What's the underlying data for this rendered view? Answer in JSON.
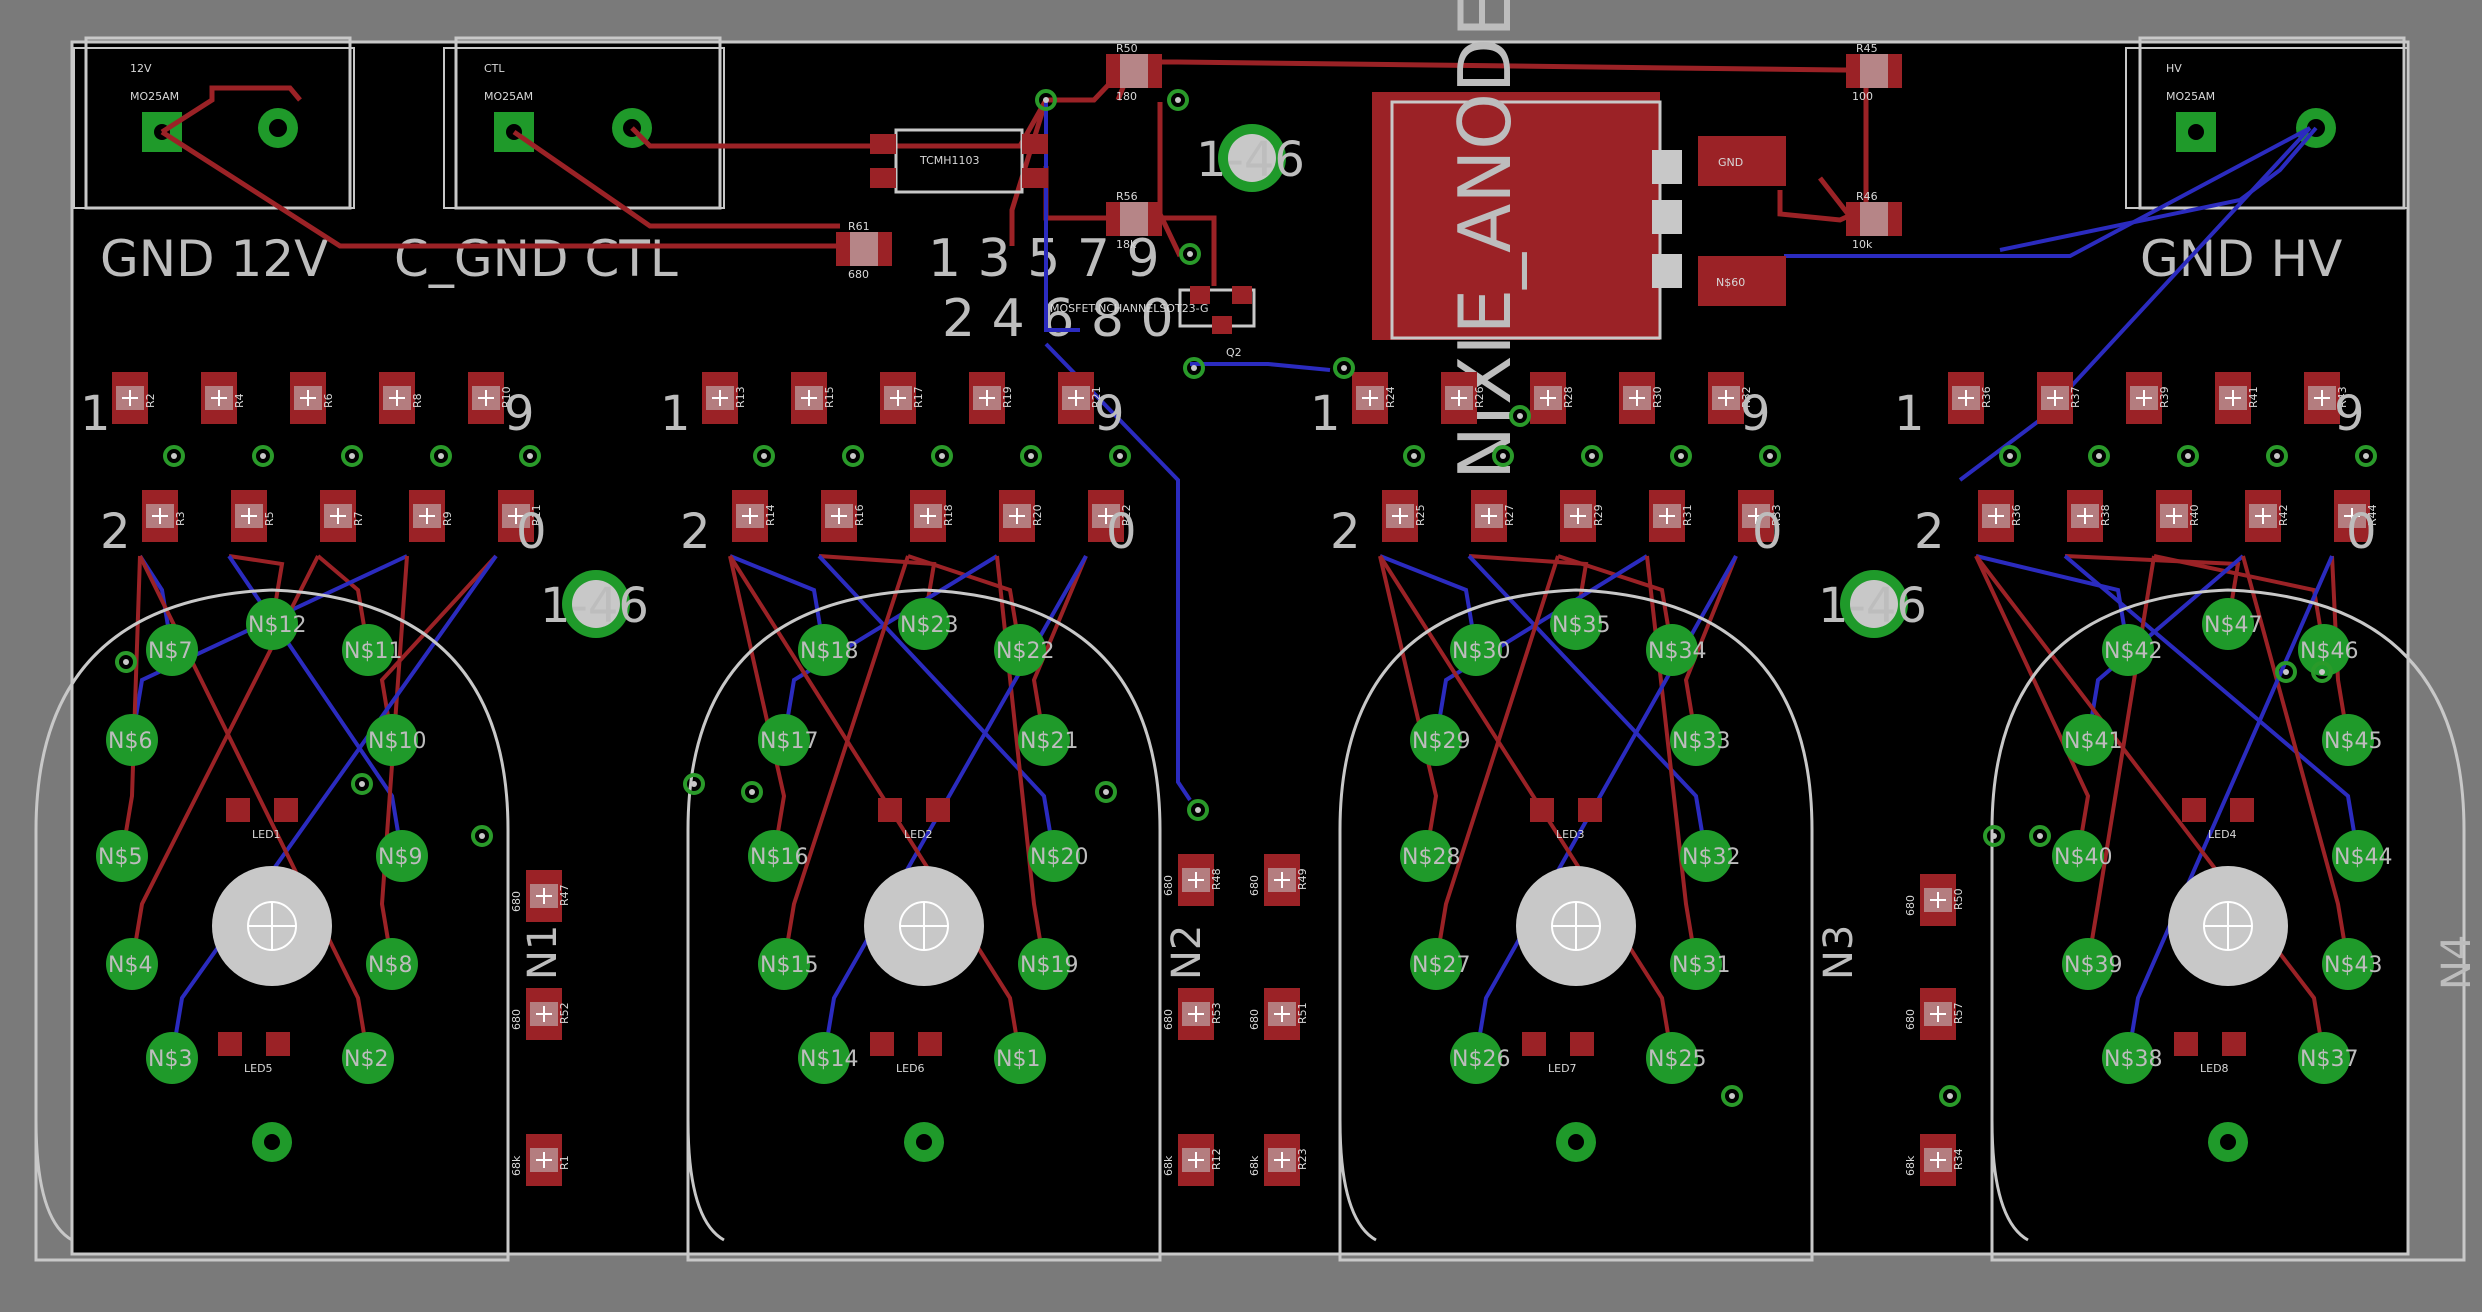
{
  "colors": {
    "background": "#7a7a7a",
    "board": "#000000",
    "top_copper": "#9b2226",
    "bottom_copper": "#2b2bbf",
    "pad": "#1f9a2a",
    "silkscreen": "#bdbdbd",
    "via": "#2a9a2a"
  },
  "connectors": [
    {
      "name": "12V",
      "part": "MO25AM",
      "labels": "GND 12V"
    },
    {
      "name": "CTL",
      "part": "MO25AM",
      "labels": "C_GND CTL"
    },
    {
      "name": "HV",
      "part": "MO25AM",
      "labels": "GND HV"
    }
  ],
  "regulator": {
    "name": "NIXIE_ANODE",
    "pads": [
      "GND",
      "N$60"
    ]
  },
  "top_parts": {
    "r50": "R50",
    "r50_val": "180",
    "r45": "R45",
    "r45_val": "100",
    "r56": "R56",
    "r56_val": "18k",
    "r46": "R46",
    "r46_val": "10k",
    "r61": "R61",
    "r61_val": "680",
    "optocoupler": "TCMH1103",
    "mosfet": "MOSFET-NCHANNELSOT23-G",
    "mosfet_ref": "Q2"
  },
  "digit_labels": {
    "odd": "1 3 5 7 9",
    "even": "2 4 6 8 0"
  },
  "row_labels": {
    "one": "1",
    "two": "2",
    "nine": "9",
    "zero": "0"
  },
  "mounting_holes": [
    "1-46",
    "1-46",
    "1-46"
  ],
  "tubes": [
    {
      "name": "N1",
      "pins": [
        "N$7",
        "N$12",
        "N$11",
        "N$6",
        "N$10",
        "N$5",
        "N$9",
        "N$4",
        "N$8",
        "N$3",
        "N$2"
      ],
      "leds": [
        "LED1",
        "LED5"
      ]
    },
    {
      "name": "N2",
      "pins": [
        "N$18",
        "N$23",
        "N$22",
        "N$17",
        "N$21",
        "N$16",
        "N$20",
        "N$15",
        "N$19",
        "N$14",
        "N$1"
      ],
      "leds": [
        "LED2",
        "LED6"
      ]
    },
    {
      "name": "N3",
      "pins": [
        "N$30",
        "N$35",
        "N$34",
        "N$29",
        "N$33",
        "N$28",
        "N$32",
        "N$27",
        "N$31",
        "N$26",
        "N$25"
      ],
      "leds": [
        "LED3",
        "LED7"
      ]
    },
    {
      "name": "N4",
      "pins": [
        "N$42",
        "N$47",
        "N$46",
        "N$41",
        "N$45",
        "N$40",
        "N$44",
        "N$39",
        "N$43",
        "N$38",
        "N$37"
      ],
      "leds": [
        "LED4",
        "LED8"
      ]
    }
  ],
  "resistor_rows": {
    "row1": [
      [
        "R2",
        "R4",
        "R6",
        "R8",
        "R10"
      ],
      [
        "R13",
        "R15",
        "R17",
        "R19",
        "R21"
      ],
      [
        "R24",
        "R26",
        "R28",
        "R30",
        "R32"
      ],
      [
        "R36",
        "R37",
        "R39",
        "R41",
        "R43"
      ]
    ],
    "row2": [
      [
        "R3",
        "R5",
        "R7",
        "R9",
        "R11"
      ],
      [
        "R14",
        "R16",
        "R18",
        "R20",
        "R22"
      ],
      [
        "R25",
        "R27",
        "R29",
        "R31",
        "R33"
      ],
      [
        "R36",
        "R38",
        "R40",
        "R42",
        "R44"
      ]
    ]
  },
  "mid_resistors": [
    {
      "ref": "R47",
      "val": "680"
    },
    {
      "ref": "R52",
      "val": "680"
    },
    {
      "ref": "R1",
      "val": "68k"
    },
    {
      "ref": "R48",
      "val": "680"
    },
    {
      "ref": "R53",
      "val": "680"
    },
    {
      "ref": "R12",
      "val": "68k"
    },
    {
      "ref": "R49",
      "val": "680"
    },
    {
      "ref": "R51",
      "val": "680"
    },
    {
      "ref": "R23",
      "val": "68k"
    },
    {
      "ref": "R50",
      "val": "680"
    },
    {
      "ref": "R57",
      "val": "680"
    },
    {
      "ref": "R34",
      "val": "68k"
    }
  ]
}
